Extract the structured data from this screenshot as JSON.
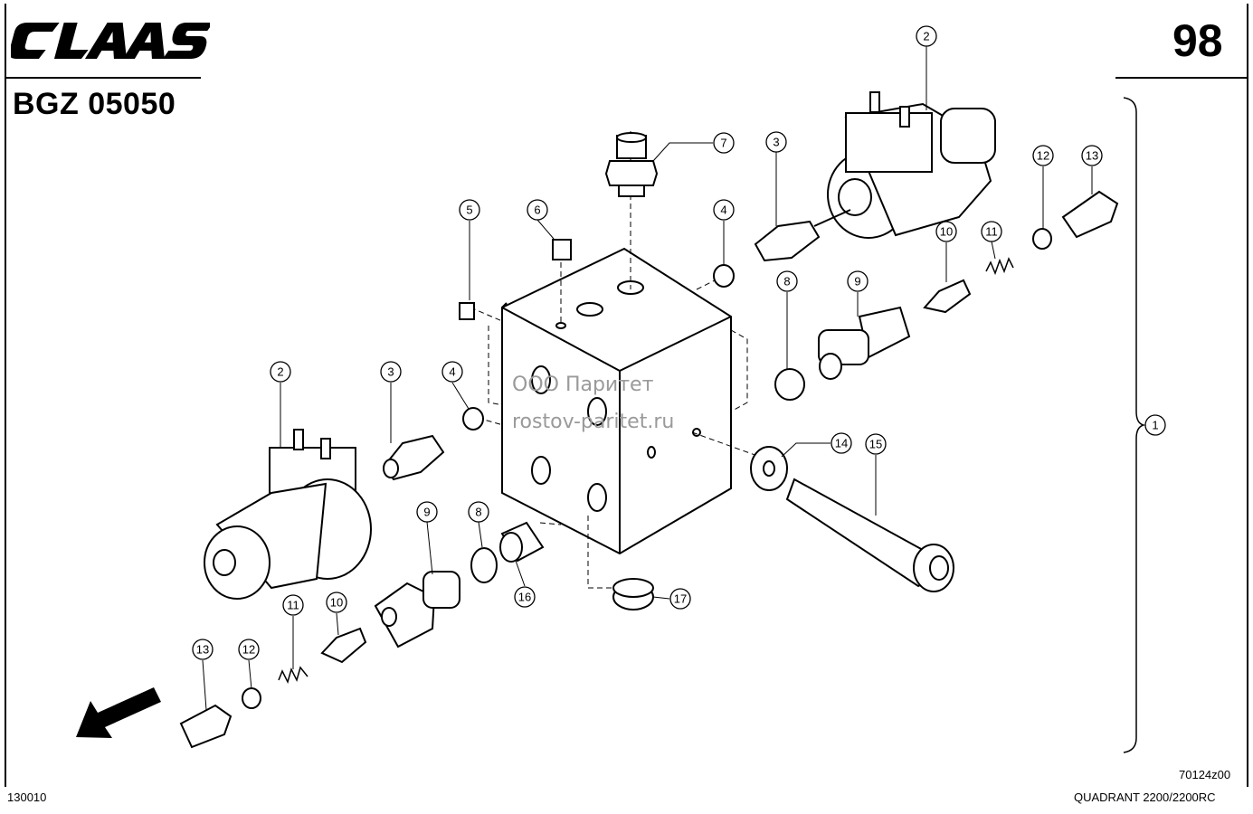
{
  "header": {
    "brand": "CLAAS",
    "document_code": "BGZ 05050",
    "page_number": "98"
  },
  "footer": {
    "sheet_id": "130010",
    "drawing_number": "70124z00",
    "model": "QUADRANT 2200/2200RC"
  },
  "watermark": {
    "line1": "ООО Паритет",
    "line2": "rostov-paritet.ru"
  },
  "callouts": [
    "1",
    "2",
    "3",
    "4",
    "5",
    "6",
    "7",
    "8",
    "9",
    "10",
    "11",
    "12",
    "13",
    "14",
    "15",
    "16",
    "17"
  ]
}
